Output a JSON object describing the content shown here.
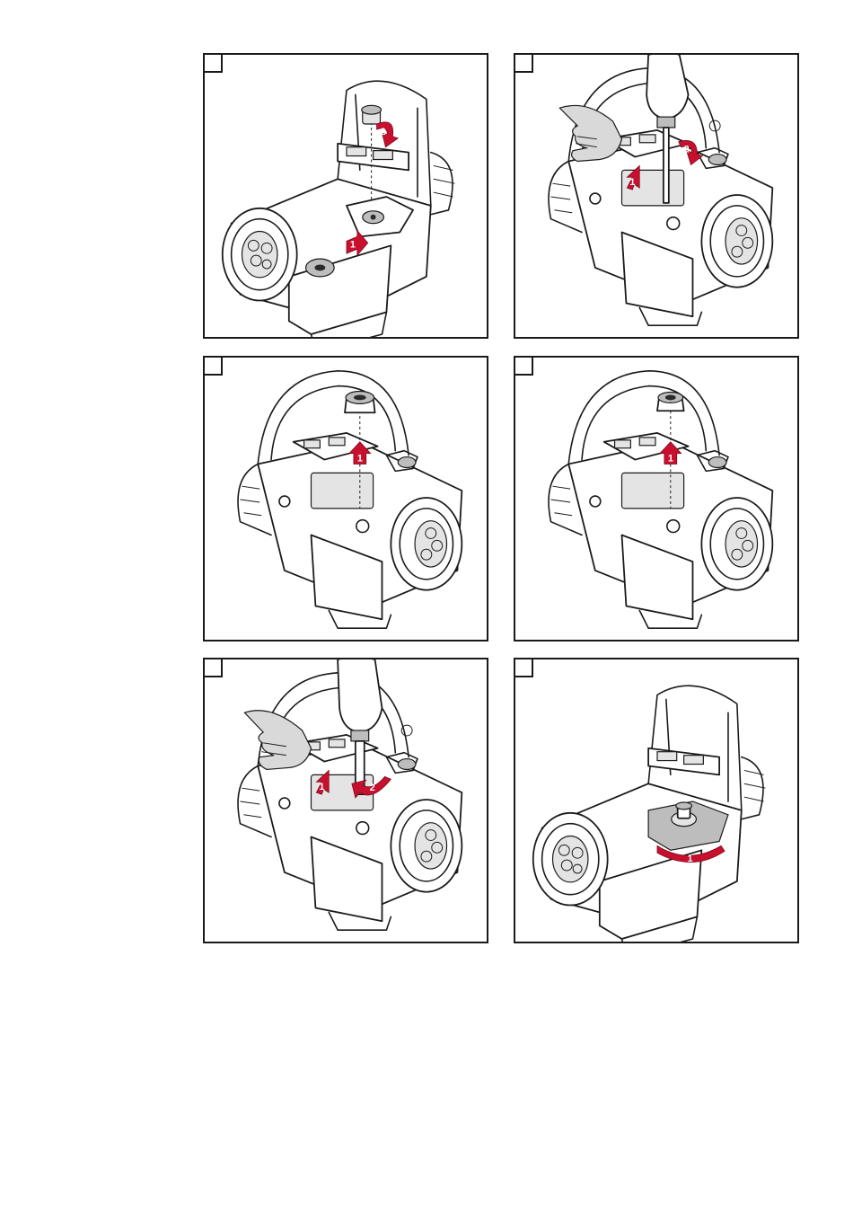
{
  "steps": [
    {
      "label": "",
      "arrows": [
        "2",
        "1"
      ]
    },
    {
      "label": "",
      "arrows": [
        "1",
        "2"
      ]
    },
    {
      "label": "",
      "arrows": [
        "1"
      ]
    },
    {
      "label": "",
      "arrows": [
        "1"
      ]
    },
    {
      "label": "",
      "arrows": [
        "1",
        "2"
      ]
    },
    {
      "label": "",
      "arrows": [
        "1"
      ]
    }
  ],
  "colors": {
    "arrow": "#c8102e",
    "line": "#1a1a1a",
    "part_grey": "#bdbdbd"
  }
}
